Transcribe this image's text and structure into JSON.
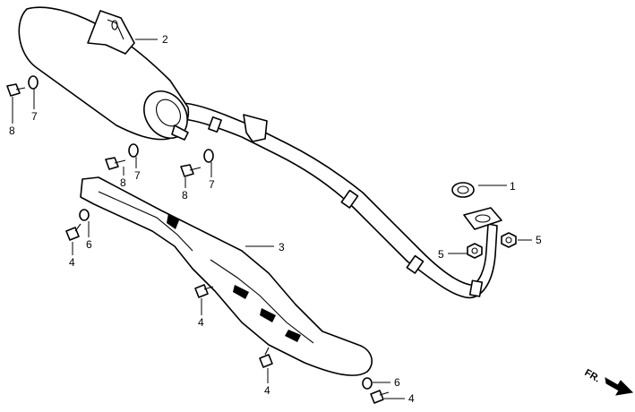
{
  "callouts": {
    "c1": "1",
    "c2": "2",
    "c3": "3",
    "c4a": "4",
    "c4b": "4",
    "c4c": "4",
    "c4d": "4",
    "c5a": "5",
    "c5b": "5",
    "c6a": "6",
    "c6b": "6",
    "c7a": "7",
    "c7b": "7",
    "c7c": "7",
    "c8a": "8",
    "c8b": "8",
    "c8c": "8"
  },
  "direction_label": "FR.",
  "icons": [
    "front-arrow-icon"
  ],
  "colors": {
    "ink": "#000000",
    "paper": "#ffffff"
  }
}
